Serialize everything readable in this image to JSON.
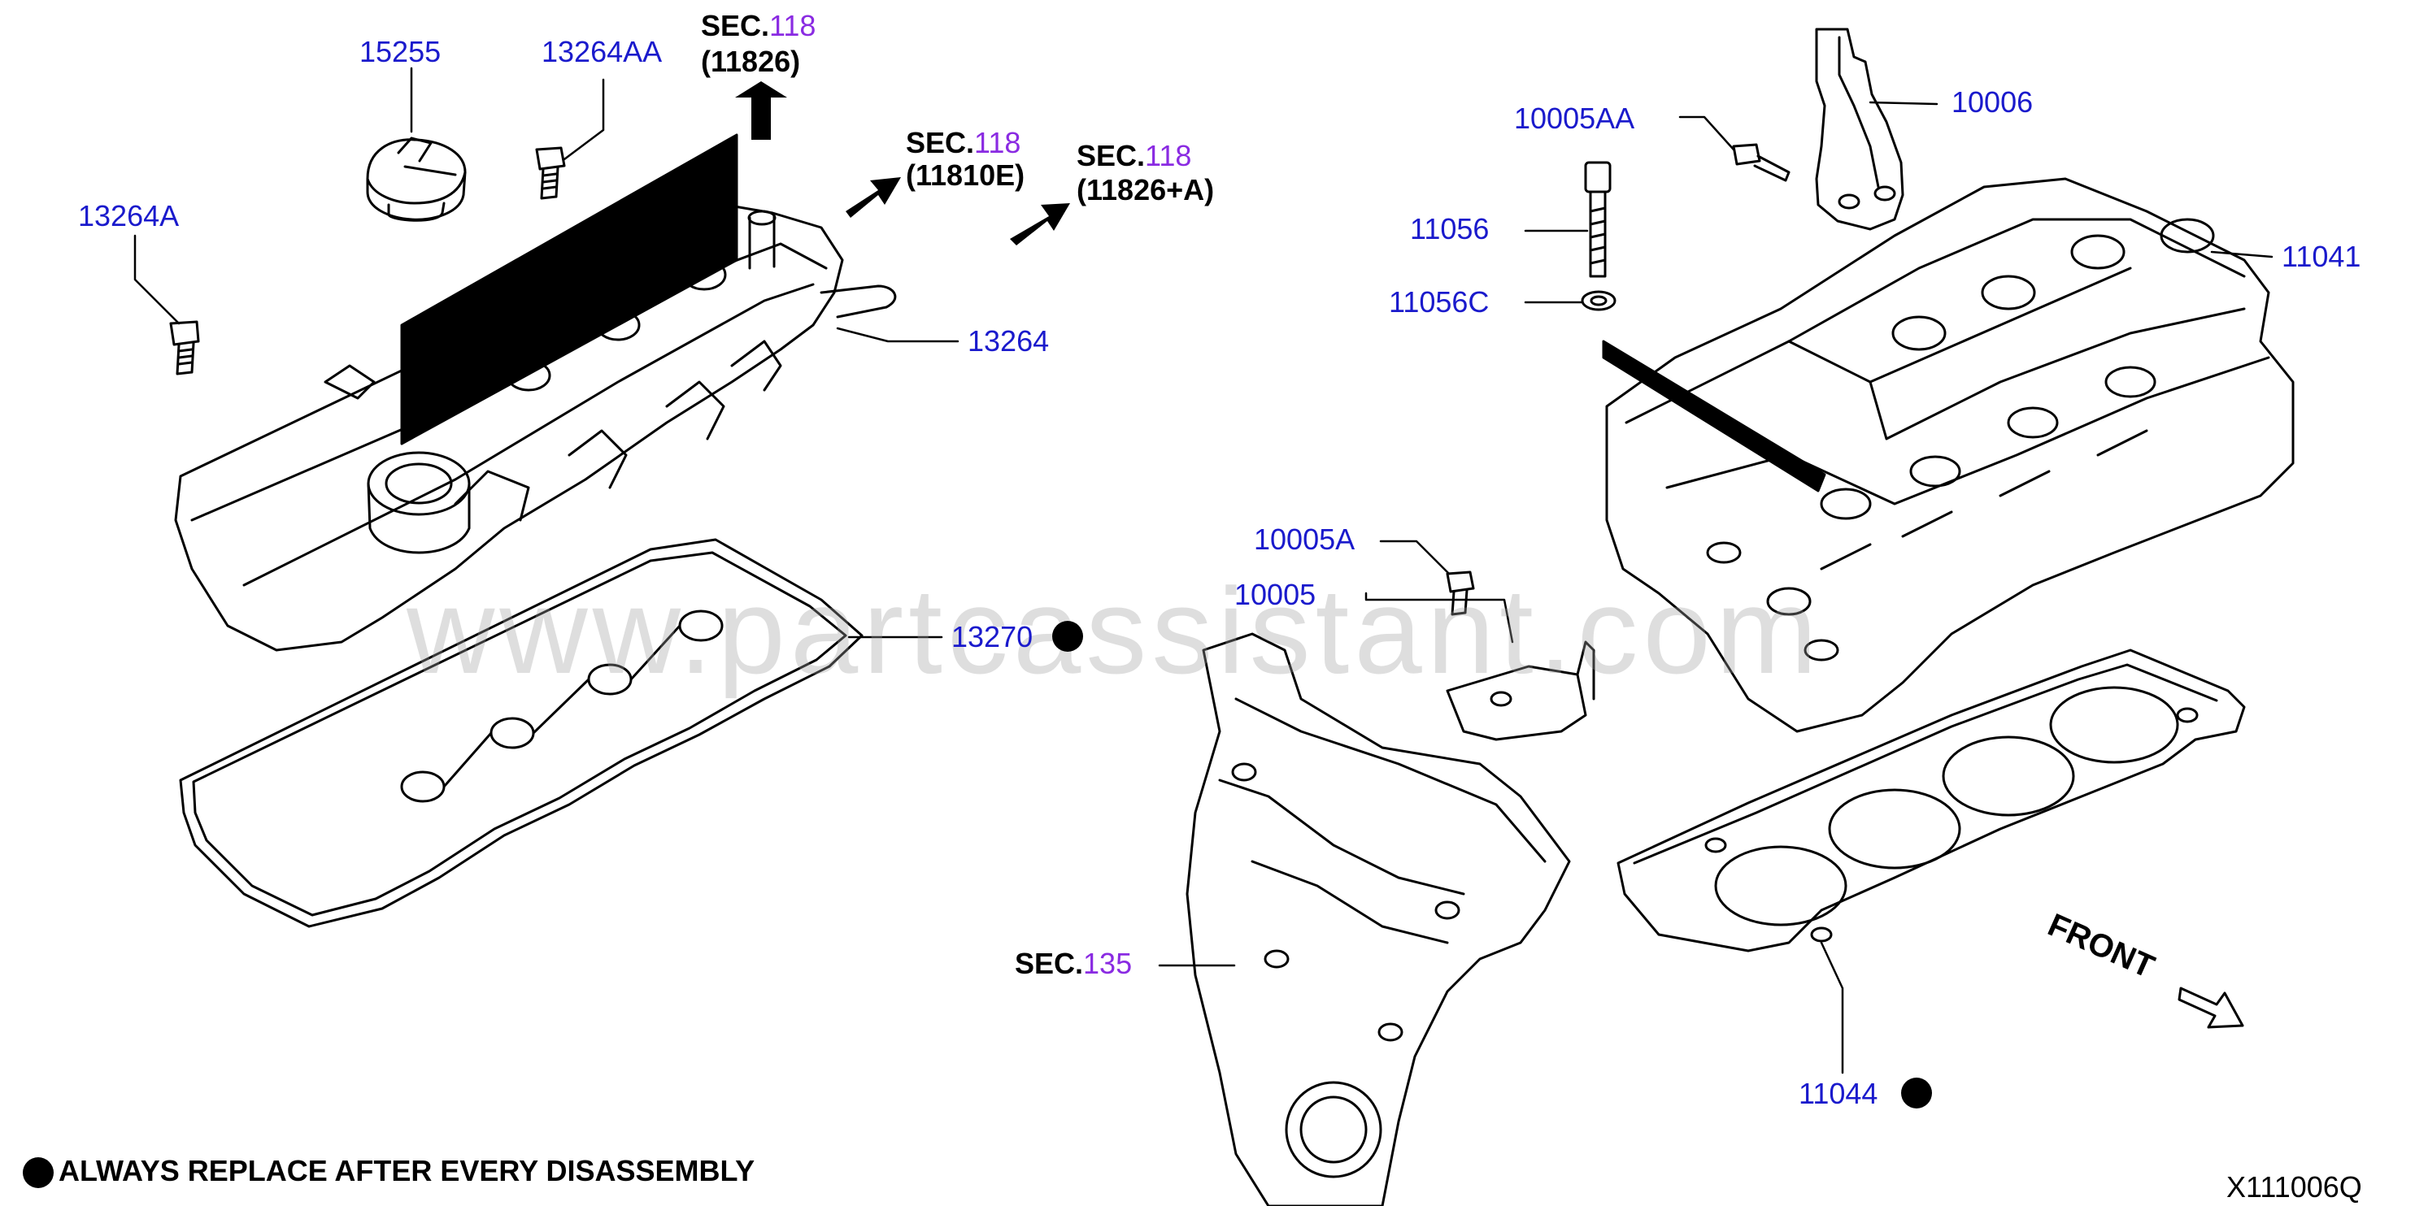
{
  "parts": {
    "p15255": "15255",
    "p13264AA": "13264AA",
    "p13264A": "13264A",
    "p13264": "13264",
    "p13270": "13270",
    "p10005AA": "10005AA",
    "p10006": "10006",
    "p11056": "11056",
    "p11056C": "11056C",
    "p11041": "11041",
    "p10005A": "10005A",
    "p10005": "10005",
    "p11044": "11044"
  },
  "sections": {
    "sec1": {
      "prefix": "SEC.",
      "num": "118",
      "sub": "(11826)"
    },
    "sec2": {
      "prefix": "SEC.",
      "num": "118",
      "sub": "(11810E)"
    },
    "sec3": {
      "prefix": "SEC.",
      "num": "118",
      "sub": "(11826+A)"
    },
    "sec4": {
      "prefix": "SEC.",
      "num": "135"
    }
  },
  "front_label": "FRONT",
  "watermark": "www.partcassistant.com",
  "legend_note": "ALWAYS REPLACE AFTER EVERY DISASSEMBLY",
  "diagram_code": "X111006Q",
  "colors": {
    "part_number": "#1a1acc",
    "section_number": "#8a2be2",
    "line": "#000000"
  }
}
